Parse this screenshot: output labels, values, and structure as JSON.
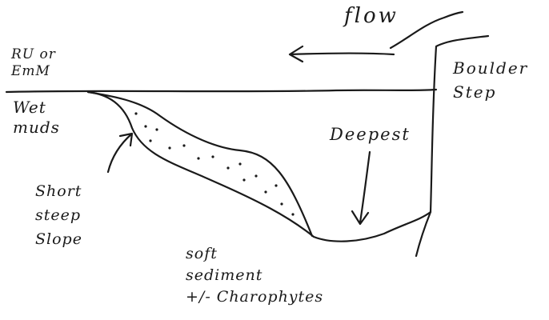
{
  "labels": {
    "flow": "flow",
    "ru_or_emm": "RU or\nEmM",
    "wet_muds": "Wet\nmuds",
    "boulder_step": "Boulder\nStep",
    "deepest": "Deepest",
    "short_steep_slope": "Short\nsteep\nSlope",
    "soft_sediment": "soft\nsediment\n+/- Charophytes"
  },
  "colors": {
    "ink": "#1a1a1a",
    "paper": "#ffffff"
  }
}
